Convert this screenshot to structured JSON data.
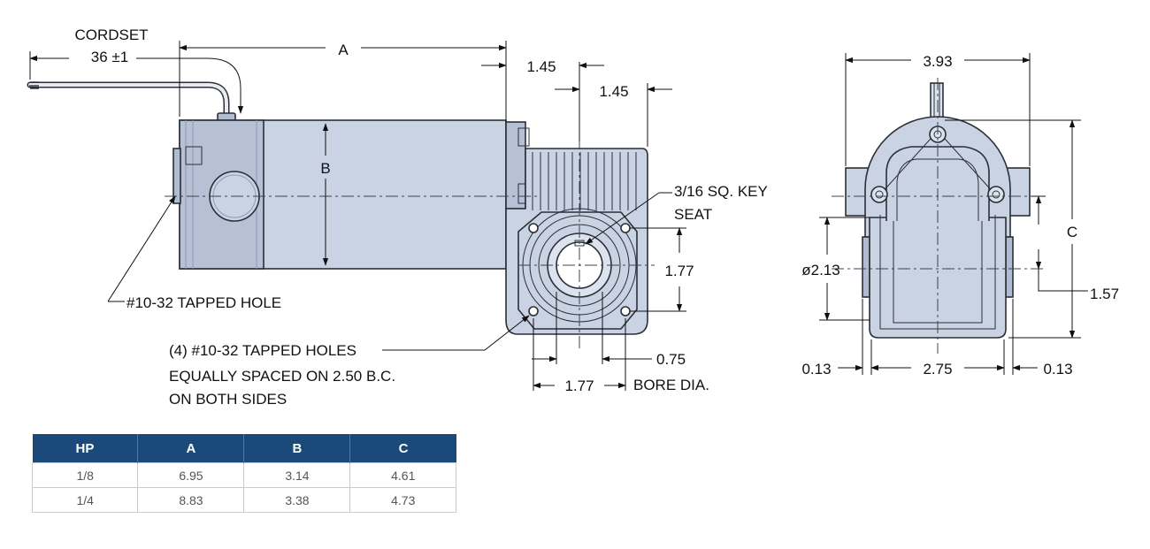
{
  "colors": {
    "motor_fill": "#c9d3e4",
    "motor_fill_dark": "#b0bcd2",
    "outline": "#2b2f36",
    "table_header_bg": "#1b4a7a",
    "table_header_text": "#ffffff",
    "table_border": "#c8ccd2"
  },
  "side_view": {
    "cordset_label": "CORDSET",
    "cordset_value": "36 ±1",
    "dim_a": "A",
    "dim_b": "B",
    "dim_145_top": "1.45",
    "dim_145_second": "1.45",
    "key_seat_line1": "3/16 SQ. KEY",
    "key_seat_line2": "SEAT",
    "dim_177_vertical": "1.77",
    "tapped_hole": "#10-32 TAPPED HOLE",
    "holes_line1": "(4) #10-32 TAPPED HOLES",
    "holes_line2": "EQUALLY SPACED ON 2.50 B.C.",
    "holes_line3": "ON BOTH SIDES",
    "dim_075": "0.75",
    "bore_dia": "BORE DIA.",
    "dim_177_horizontal": "1.77"
  },
  "end_view": {
    "dim_393": "3.93",
    "dim_c": "C",
    "dim_diameter": "ø2.13",
    "dim_157": "1.57",
    "dim_013_left": "0.13",
    "dim_275": "2.75",
    "dim_013_right": "0.13"
  },
  "table": {
    "headers": [
      "HP",
      "A",
      "B",
      "C"
    ],
    "rows": [
      [
        "1/8",
        "6.95",
        "3.14",
        "4.61"
      ],
      [
        "1/4",
        "8.83",
        "3.38",
        "4.73"
      ]
    ]
  }
}
